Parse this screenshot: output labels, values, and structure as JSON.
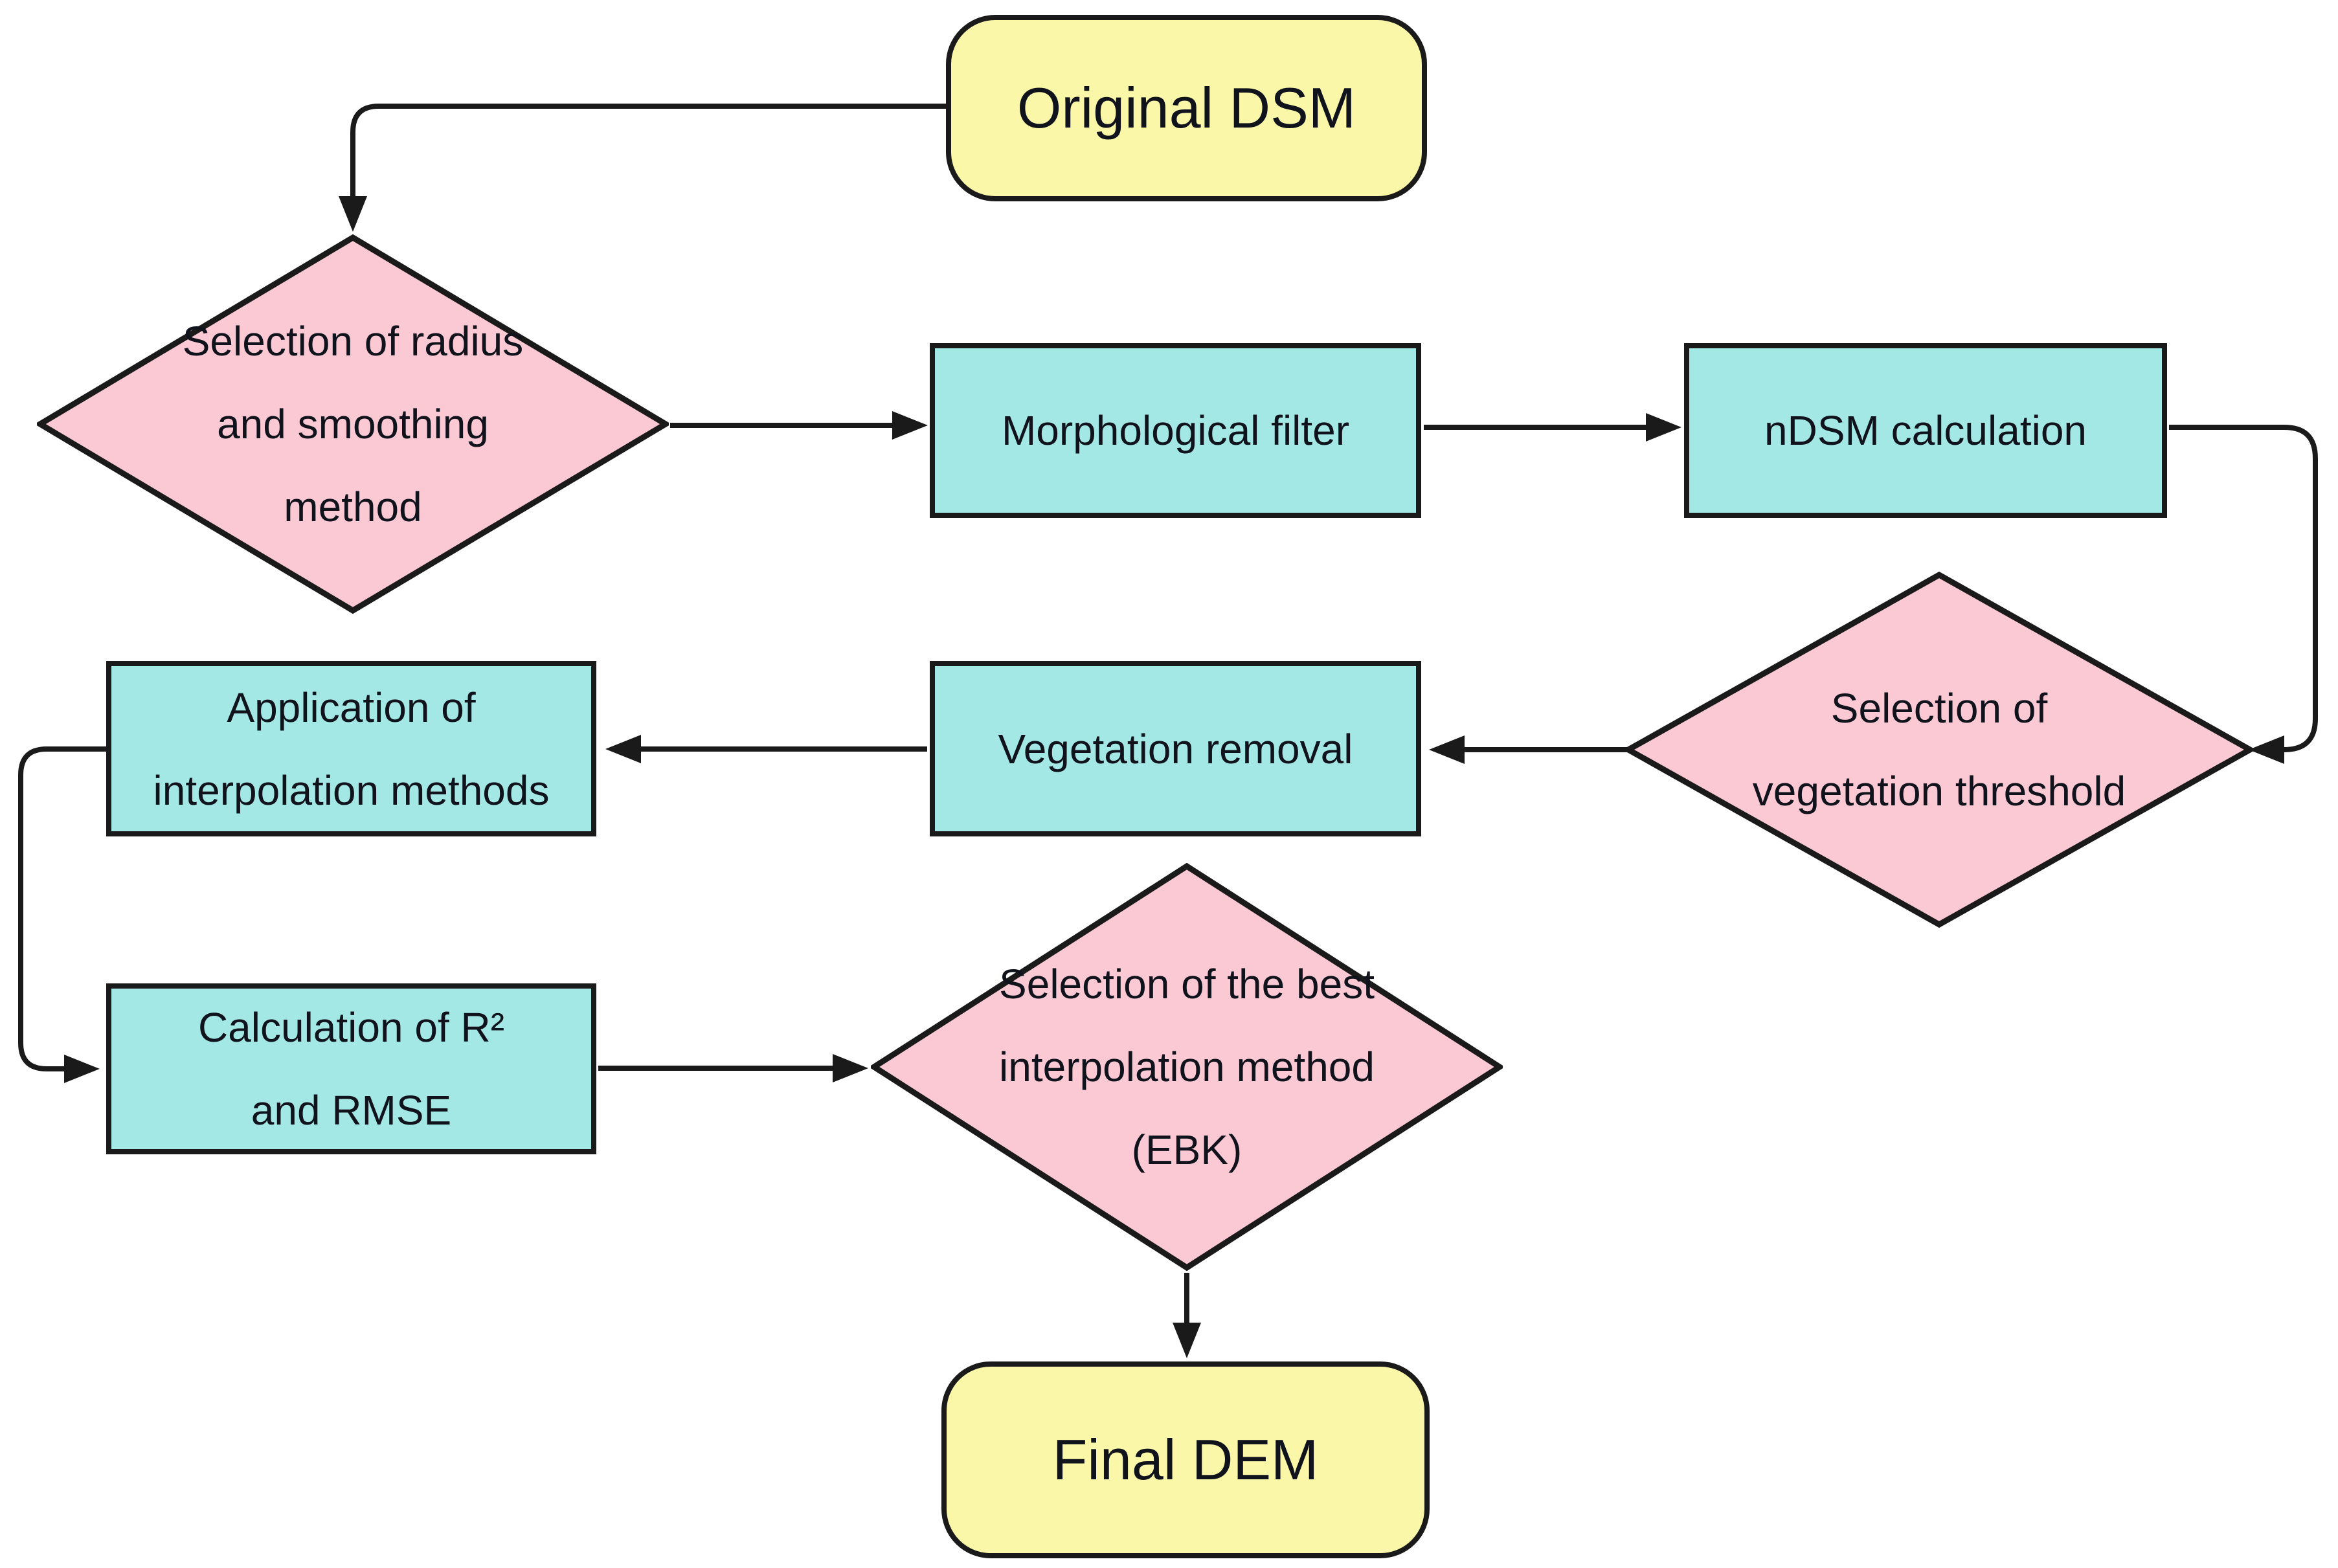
{
  "colors": {
    "terminal_fill": "#FAF7A8",
    "process_fill": "#A4E8E6",
    "decision_fill": "#FBC9D3",
    "stroke": "#1A1A1A",
    "text": "#10131C",
    "background": "#FFFFFF"
  },
  "nodes": {
    "original_dsm": {
      "type": "terminal",
      "lines": [
        "Original DSM"
      ]
    },
    "radius_smoothing": {
      "type": "decision",
      "lines": [
        "Selection of radius",
        "and smoothing",
        "method"
      ]
    },
    "morph_filter": {
      "type": "process",
      "lines": [
        "Morphological filter"
      ]
    },
    "ndsm_calc": {
      "type": "process",
      "lines": [
        "nDSM calculation"
      ]
    },
    "veg_threshold": {
      "type": "decision",
      "lines": [
        "Selection of",
        "vegetation threshold"
      ]
    },
    "veg_removal": {
      "type": "process",
      "lines": [
        "Vegetation removal"
      ]
    },
    "app_interp": {
      "type": "process",
      "lines": [
        "Application of",
        "interpolation methods"
      ]
    },
    "calc_r2": {
      "type": "process",
      "lines": [
        "Calculation of R²",
        "and RMSE"
      ]
    },
    "best_interp": {
      "type": "decision",
      "lines": [
        "Selection of the best",
        "interpolation method",
        "(EBK)"
      ]
    },
    "final_dem": {
      "type": "terminal",
      "lines": [
        "Final DEM"
      ]
    }
  },
  "flow": [
    {
      "from": "Original DSM",
      "to": "Selection of radius and smoothing method"
    },
    {
      "from": "Selection of radius and smoothing method",
      "to": "Morphological filter"
    },
    {
      "from": "Morphological filter",
      "to": "nDSM calculation"
    },
    {
      "from": "nDSM calculation",
      "to": "Selection of vegetation threshold"
    },
    {
      "from": "Selection of vegetation threshold",
      "to": "Vegetation removal"
    },
    {
      "from": "Vegetation removal",
      "to": "Application of interpolation methods"
    },
    {
      "from": "Application of interpolation methods",
      "to": "Calculation of R² and RMSE"
    },
    {
      "from": "Calculation of R² and RMSE",
      "to": "Selection of the best interpolation method (EBK)"
    },
    {
      "from": "Selection of the best interpolation method (EBK)",
      "to": "Final DEM"
    }
  ]
}
